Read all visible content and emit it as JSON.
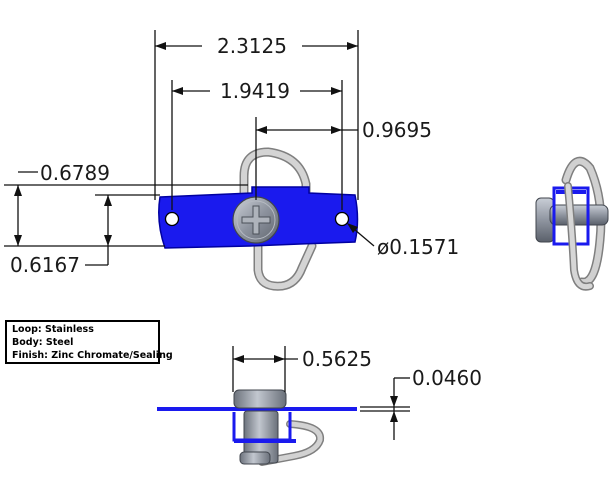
{
  "dimensions": {
    "overall_width": "2.3125",
    "hole_spacing": "1.9419",
    "hole_to_center": "0.9695",
    "top_height": "0.6789",
    "body_height": "0.6167",
    "hole_diameter": "ø0.1571",
    "side_width": "0.5625",
    "plate_thickness": "0.0460"
  },
  "specs": [
    {
      "label": "Loop:",
      "value": "Stainless"
    },
    {
      "label": "Body:",
      "value": "Steel"
    },
    {
      "label": "Finish:",
      "value": "Zinc Chromate/Sealing"
    }
  ],
  "colors": {
    "plate": "#1a1aee",
    "plate_edge": "#0000a0",
    "loop": "#c8c8c8",
    "stud": "#8a8f99"
  }
}
